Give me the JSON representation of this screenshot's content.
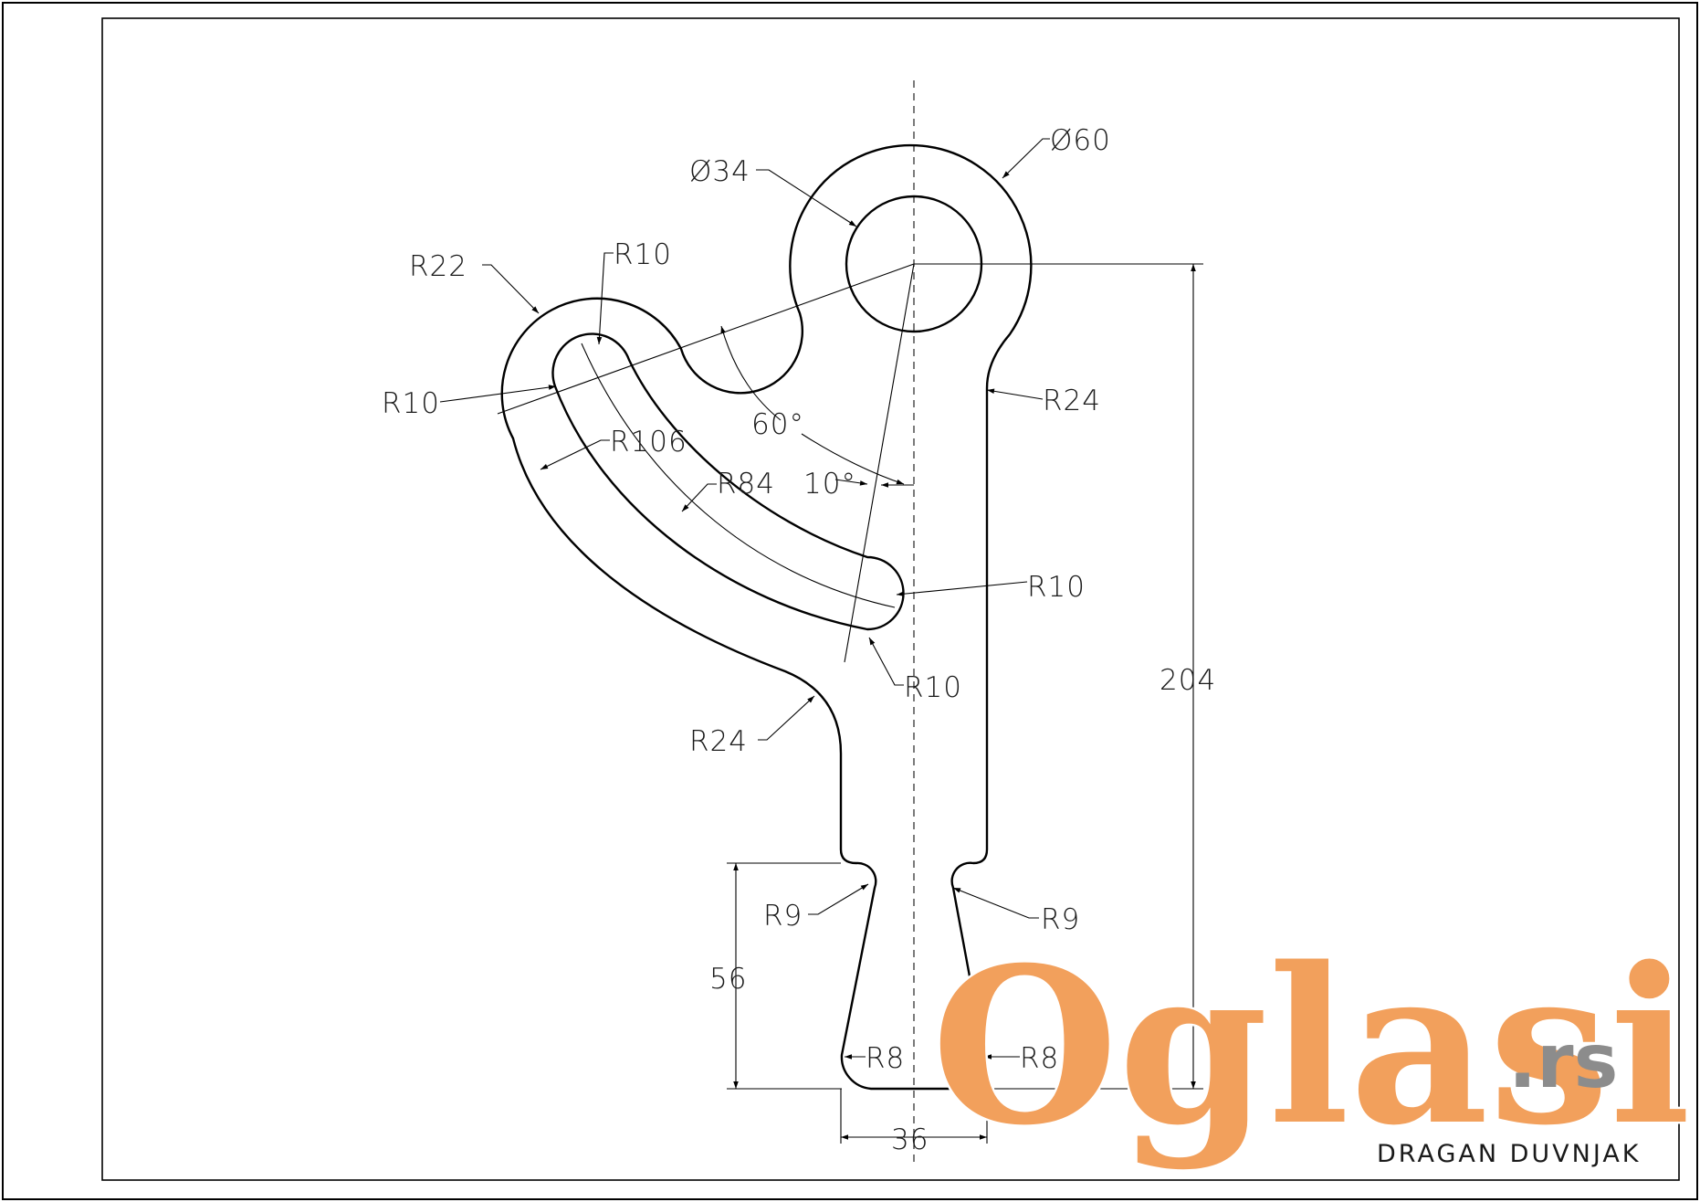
{
  "drawing": {
    "author": "DRAGAN DUVNJAK",
    "dimensions": {
      "dia60": "Ø60",
      "dia34": "Ø34",
      "r22": "R22",
      "r10_top": "R10",
      "r10_left": "R10",
      "r24_right": "R24",
      "angle60": "60°",
      "r106": "R106",
      "r84": "R84",
      "angle10": "10°",
      "r10_right": "R10",
      "r10_bottom": "R10",
      "r24_left": "R24",
      "h204": "204",
      "r9_left": "R9",
      "r9_right": "R9",
      "h56": "56",
      "r8_left": "R8",
      "r8_right": "R8",
      "w36": "36"
    }
  },
  "watermark": {
    "brand": "Oglasi",
    "tld": ".rs"
  }
}
